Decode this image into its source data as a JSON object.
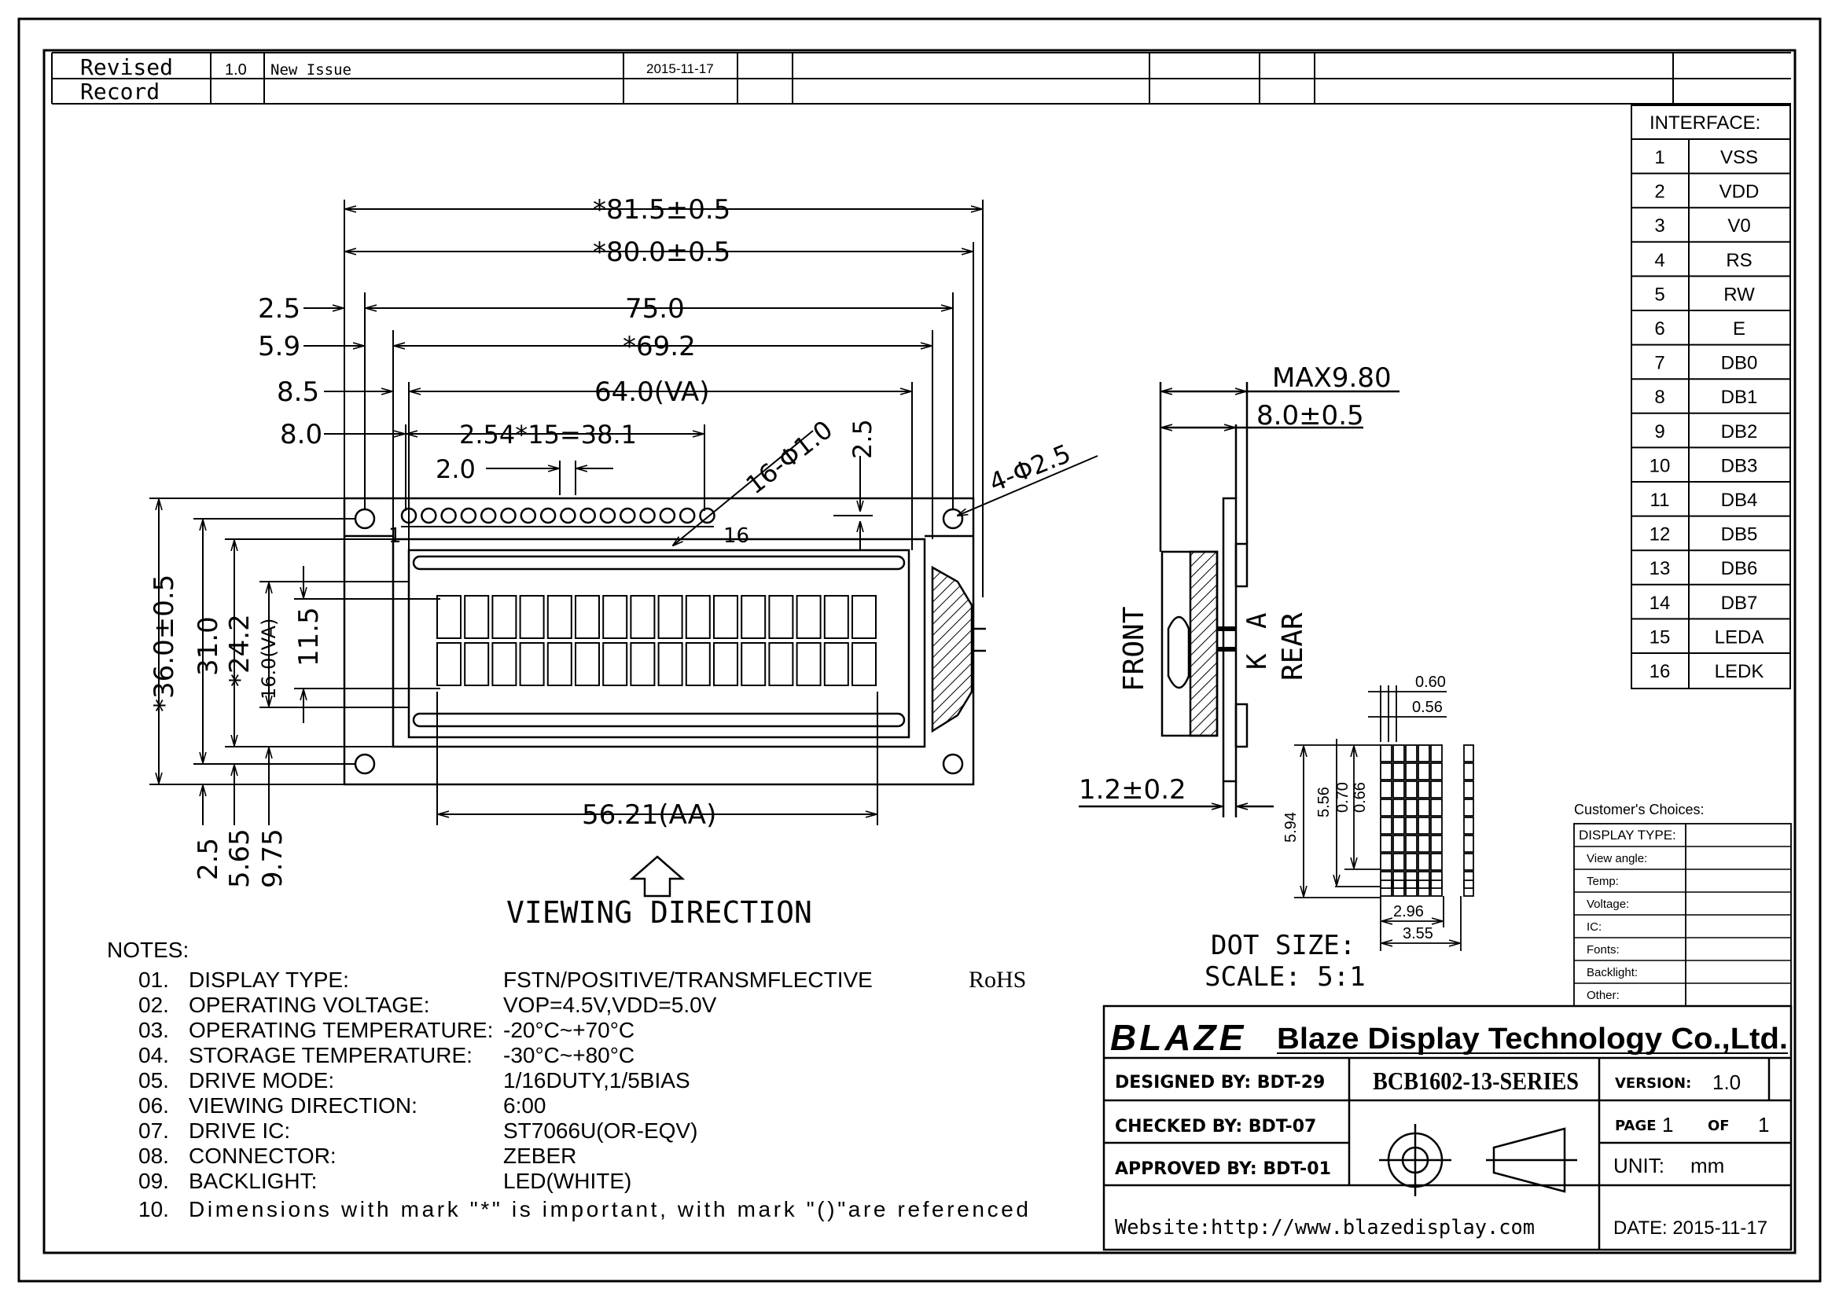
{
  "revision": {
    "label_line1": "Revised",
    "label_line2": "Record",
    "version": "1.0",
    "description": "New Issue",
    "date": "2015-11-17"
  },
  "interface": {
    "title": "INTERFACE:",
    "pins": [
      {
        "no": "1",
        "name": "VSS"
      },
      {
        "no": "2",
        "name": "VDD"
      },
      {
        "no": "3",
        "name": "V0"
      },
      {
        "no": "4",
        "name": "RS"
      },
      {
        "no": "5",
        "name": "RW"
      },
      {
        "no": "6",
        "name": "E"
      },
      {
        "no": "7",
        "name": "DB0"
      },
      {
        "no": "8",
        "name": "DB1"
      },
      {
        "no": "9",
        "name": "DB2"
      },
      {
        "no": "10",
        "name": "DB3"
      },
      {
        "no": "11",
        "name": "DB4"
      },
      {
        "no": "12",
        "name": "DB5"
      },
      {
        "no": "13",
        "name": "DB6"
      },
      {
        "no": "14",
        "name": "DB7"
      },
      {
        "no": "15",
        "name": "LEDA"
      },
      {
        "no": "16",
        "name": "LEDK"
      }
    ]
  },
  "dimensions": {
    "w_81_5": "*81.5±0.5",
    "w_80_0": "*80.0±0.5",
    "w_75": "75.0",
    "w_69_2": "*69.2",
    "w_64_va": "64.0(VA)",
    "pitch": "2.54*15=38.1",
    "d_2_5": "2.5",
    "d_5_9": "5.9",
    "d_8_5": "8.5",
    "d_8_0": "8.0",
    "d_2_0": "2.0",
    "holes_pins": "16-Φ1.0",
    "holes_mount": "4-Φ2.5",
    "d_2_5_right": "2.5",
    "pin_first": "1",
    "pin_last": "16",
    "h_36": "*36.0±0.5",
    "h_31": "31.0",
    "h_24_2": "*24.2",
    "h_16_va": "16.0(VA)",
    "h_11_5": "11.5",
    "b_2_5": "2.5",
    "b_5_65": "5.65",
    "b_9_75": "9.75",
    "aa_56_21": "56.21(AA)",
    "viewing_direction": "VIEWING DIRECTION",
    "max_9_80": "MAX9.80",
    "t_8_0": "8.0±0.5",
    "t_1_2": "1.2±0.2",
    "front": "FRONT",
    "rear": "REAR",
    "k_label": "K",
    "a_label": "A",
    "dot_060": "0.60",
    "dot_056": "0.56",
    "dot_594": "5.94",
    "dot_556": "5.56",
    "dot_070": "0.70",
    "dot_066": "0.66",
    "dot_296": "2.96",
    "dot_355": "3.55",
    "dot_size": "DOT SIZE:",
    "scale": "SCALE: 5:1"
  },
  "notes": {
    "title": "NOTES:",
    "items": [
      {
        "no": "01.",
        "label": "DISPLAY TYPE:",
        "value": "FSTN/POSITIVE/TRANSMFLECTIVE"
      },
      {
        "no": "02.",
        "label": "OPERATING VOLTAGE:",
        "value": "VOP=4.5V,VDD=5.0V"
      },
      {
        "no": "03.",
        "label": "OPERATING TEMPERATURE:",
        "value": "-20°C~+70°C"
      },
      {
        "no": "04.",
        "label": "STORAGE TEMPERATURE:",
        "value": "-30°C~+80°C"
      },
      {
        "no": "05.",
        "label": "DRIVE MODE:",
        "value": "1/16DUTY,1/5BIAS"
      },
      {
        "no": "06.",
        "label": "VIEWING DIRECTION:",
        "value": "6:00"
      },
      {
        "no": "07.",
        "label": "DRIVE IC:",
        "value": "ST7066U(OR-EQV)"
      },
      {
        "no": "08.",
        "label": "CONNECTOR:",
        "value": "ZEBER"
      },
      {
        "no": "09.",
        "label": "BACKLIGHT:",
        "value": "LED(WHITE)"
      }
    ],
    "footnote_no": "10.",
    "footnote": "Dimensions with mark \"*\" is important, with mark \"()\"are referenced",
    "rohs": "RoHS"
  },
  "customer": {
    "title": "Customer's Choices:",
    "rows": [
      "DISPLAY TYPE:",
      "View angle:",
      "Temp:",
      "Voltage:",
      "IC:",
      "Fonts:",
      "Backlight:",
      "Other:"
    ]
  },
  "title_block": {
    "logo_text": "BLAZE",
    "company": "Blaze Display Technology Co.,Ltd.",
    "designed": "DESIGNED BY: BDT-29",
    "checked": "CHECKED BY: BDT-07",
    "approved": "APPROVED BY: BDT-01",
    "model": "BCB1602-13-SERIES",
    "version_label": "VERSION:",
    "version_value": "1.0",
    "page_label": "PAGE",
    "page_no": "1",
    "page_of": "OF",
    "page_total": "1",
    "unit_label": "UNIT:",
    "unit_value": "mm",
    "website": "Website:http://www.blazedisplay.com",
    "date": "DATE: 2015-11-17"
  }
}
